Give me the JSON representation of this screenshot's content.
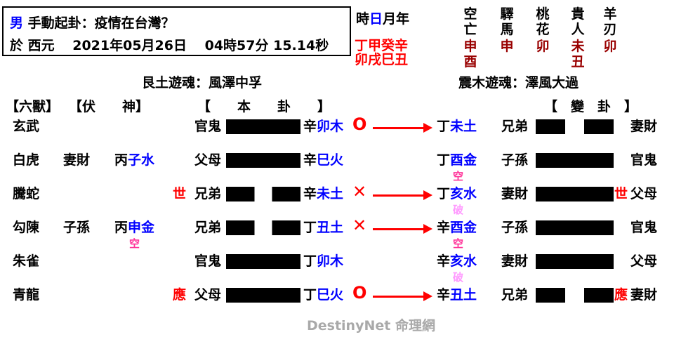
{
  "title_box": {
    "gender": "男",
    "question": " 手動起卦：疫情在台灣？",
    "date_line": "於 西元　 2021年05月26日　 04時57分 15.14秒"
  },
  "four_pillars": {
    "header_hour": "時",
    "header_day": "日",
    "header_rest": "月年",
    "stems": "丁甲癸辛",
    "branches": "卯戌巳丑"
  },
  "stars": [
    {
      "name": "空\n亡",
      "values": "申\n酉"
    },
    {
      "name": "驛\n馬",
      "values": "申"
    },
    {
      "name": "桃\n花",
      "values": "卯"
    },
    {
      "name": "貴\n人",
      "values": "未\n丑"
    },
    {
      "name": "羊\n刃",
      "values": "卯"
    }
  ],
  "gua_titles": {
    "original": "艮土遊魂：風澤中孚",
    "changed": "震木遊魂：澤風大過"
  },
  "table_headers": {
    "liushou": "【六獸】",
    "fushen": "【伏　　神】",
    "bengua": "【　　本　　卦　　】",
    "biangua": "【　變　卦　】"
  },
  "rows": [
    {
      "beast": "玄武",
      "fu": {
        "rel": "",
        "stem": "",
        "branch": "",
        "note": "",
        "note_type": ""
      },
      "ben": {
        "marker": "",
        "rel": "官鬼",
        "bar": "solid",
        "stem": "辛",
        "branch": "卯木"
      },
      "mark": "O",
      "arrow": "true",
      "bian": {
        "stem": "丁",
        "branch": "未土",
        "note": "",
        "note_type": "",
        "rel": "兄弟",
        "bar": "broken",
        "marker": "",
        "rel2": "妻財"
      }
    },
    {
      "beast": "白虎",
      "fu": {
        "rel": "妻財",
        "stem": "丙",
        "branch": "子水",
        "note": "",
        "note_type": ""
      },
      "ben": {
        "marker": "",
        "rel": "父母",
        "bar": "solid",
        "stem": "辛",
        "branch": "巳火"
      },
      "mark": "",
      "arrow": "false",
      "bian": {
        "stem": "丁",
        "branch": "酉金",
        "note": "空",
        "note_type": "kong",
        "rel": "子孫",
        "bar": "solid",
        "marker": "",
        "rel2": "官鬼"
      }
    },
    {
      "beast": "騰蛇",
      "fu": {
        "rel": "",
        "stem": "",
        "branch": "",
        "note": "",
        "note_type": ""
      },
      "ben": {
        "marker": "世",
        "rel": "兄弟",
        "bar": "broken",
        "stem": "辛",
        "branch": "未土"
      },
      "mark": "✕",
      "arrow": "true",
      "bian": {
        "stem": "丁",
        "branch": "亥水",
        "note": "破",
        "note_type": "po",
        "rel": "妻財",
        "bar": "solid",
        "marker": "世",
        "rel2": "父母"
      }
    },
    {
      "beast": "勾陳",
      "fu": {
        "rel": "子孫",
        "stem": "丙",
        "branch": "申金",
        "note": "空",
        "note_type": "kong"
      },
      "ben": {
        "marker": "",
        "rel": "兄弟",
        "bar": "broken",
        "stem": "丁",
        "branch": "丑土"
      },
      "mark": "✕",
      "arrow": "true",
      "bian": {
        "stem": "辛",
        "branch": "酉金",
        "note": "空",
        "note_type": "kong",
        "rel": "子孫",
        "bar": "solid",
        "marker": "",
        "rel2": "官鬼"
      }
    },
    {
      "beast": "朱雀",
      "fu": {
        "rel": "",
        "stem": "",
        "branch": "",
        "note": "",
        "note_type": ""
      },
      "ben": {
        "marker": "",
        "rel": "官鬼",
        "bar": "solid",
        "stem": "丁",
        "branch": "卯木"
      },
      "mark": "",
      "arrow": "false",
      "bian": {
        "stem": "辛",
        "branch": "亥水",
        "note": "破",
        "note_type": "po",
        "rel": "妻財",
        "bar": "solid",
        "marker": "",
        "rel2": "父母"
      }
    },
    {
      "beast": "青龍",
      "fu": {
        "rel": "",
        "stem": "",
        "branch": "",
        "note": "",
        "note_type": ""
      },
      "ben": {
        "marker": "應",
        "rel": "父母",
        "bar": "solid",
        "stem": "丁",
        "branch": "巳火"
      },
      "mark": "O",
      "arrow": "true",
      "bian": {
        "stem": "辛",
        "branch": "丑土",
        "note": "",
        "note_type": "",
        "rel": "兄弟",
        "bar": "broken",
        "marker": "應",
        "rel2": "妻財"
      }
    }
  ],
  "footer": {
    "watermark": "DestinyNet 命理網"
  },
  "accent_colors": {
    "blue": "#0000ff",
    "red": "#ff0000",
    "dark_red": "#990000",
    "kong_pink": "#ff3399",
    "po_pink": "#ff99ff",
    "watermark_gray": "#a9a9a9"
  }
}
